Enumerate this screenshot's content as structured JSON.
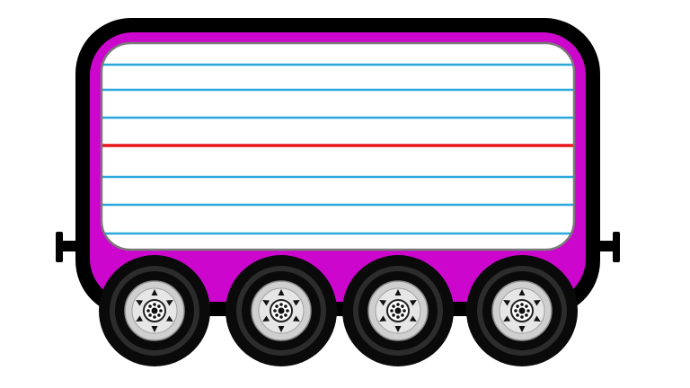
{
  "colors": {
    "background": "#ffffff",
    "car_body": "#cc06cc",
    "outline": "#000000",
    "paper": "#ffffff",
    "paper_border": "#7a7a7a",
    "rule_line": "#2aa8dc",
    "midline": "#e8131a",
    "tire": "#0a0a0a",
    "tire_ring": "#2c2c2c",
    "rim": "#cfcfcf",
    "hub": "#ffffff"
  },
  "icons": {
    "car": "train-car-icon",
    "wheel": "wheel-icon",
    "coupler": "coupler-icon"
  },
  "paper": {
    "rule_count": 7,
    "midline_index": 3
  },
  "wheels": {
    "count": 4,
    "lug_count": 6
  }
}
